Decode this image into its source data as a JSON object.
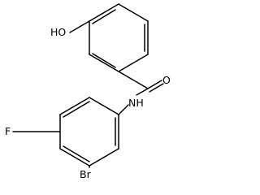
{
  "molecule": {
    "labels": {
      "hydroxyl": "HO",
      "carbonyl_oxygen": "O",
      "amide_nitrogen": "NH",
      "fluorine": "F",
      "bromine": "Br"
    }
  },
  "colors": {
    "bond": "#000000",
    "text": "#000000",
    "background": "#ffffff"
  }
}
